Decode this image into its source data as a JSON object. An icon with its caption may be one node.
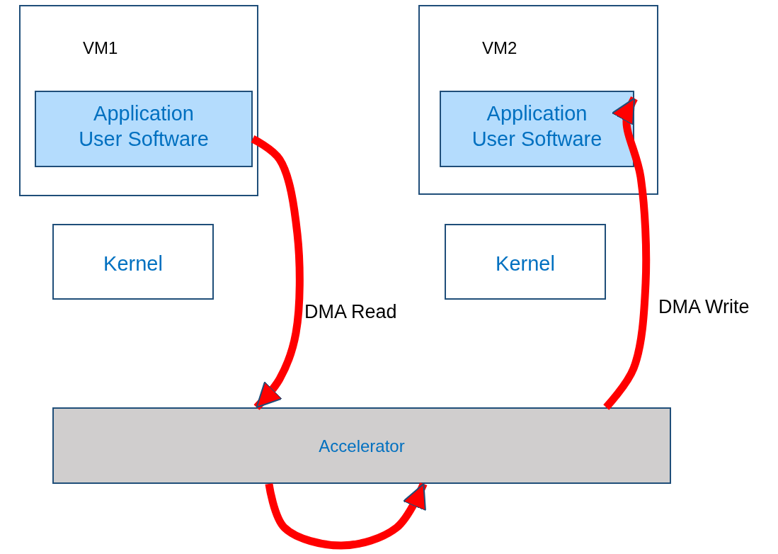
{
  "diagram": {
    "nodes": [
      {
        "text": [
          "VM1"
        ]
      },
      {
        "text": [
          "Application User Software"
        ],
        "in": 0
      },
      {
        "text": [
          "VM2"
        ]
      },
      {
        "text": [
          "Application User Software"
        ],
        "in": 2
      },
      {
        "text": [
          "Kernel"
        ]
      },
      {
        "text": [
          "Kernel"
        ]
      },
      {
        "text": [
          "Accelerator"
        ]
      }
    ],
    "edges": [
      {
        "from": 1,
        "to": 6,
        "arrow": "to",
        "label": "DMA Read"
      },
      {
        "from": 6,
        "to": 3,
        "arrow": "to",
        "label": "DMA Write"
      },
      {
        "from": 6,
        "to": 6,
        "arrow": "to"
      }
    ]
  }
}
